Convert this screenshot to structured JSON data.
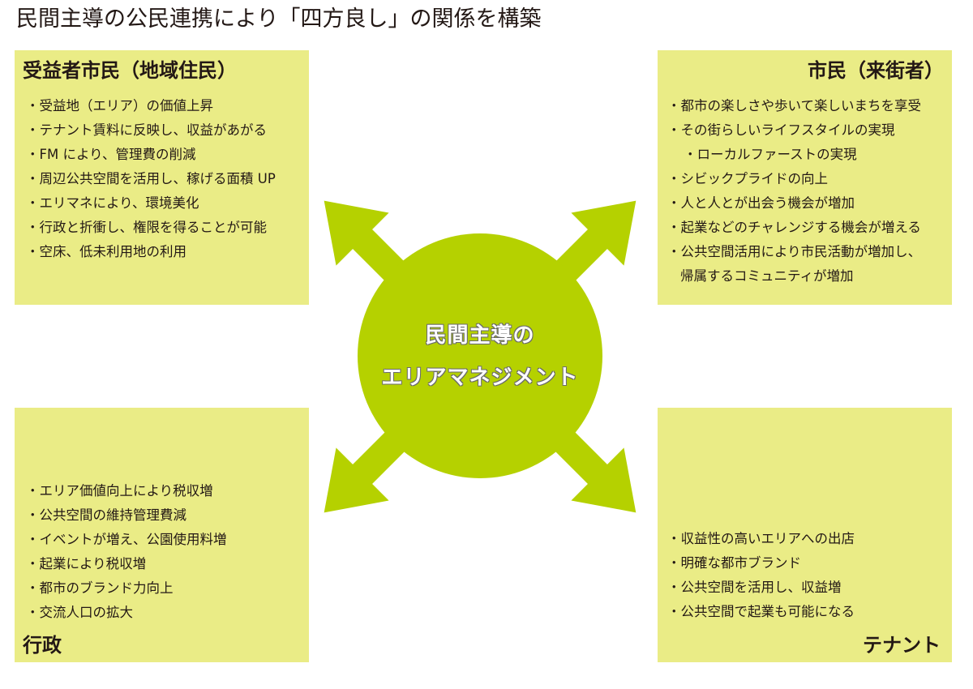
{
  "title": "民間主導の公民連携により「四方良し」の関係を構築",
  "colors": {
    "box_fill": "#eaec86",
    "accent_green": "#b5d100",
    "text": "#231815",
    "center_text": "#ffffff"
  },
  "center": {
    "line1": "民間主導の",
    "line2": "エリアマネジメント"
  },
  "quadrants": {
    "top_left": {
      "title": "受益者市民（地域住民）",
      "items": [
        "・受益地（エリア）の価値上昇",
        "・テナント賃料に反映し、収益があがる",
        "・FM により、管理費の削減",
        "・周辺公共空間を活用し、稼げる面積 UP",
        "・エリマネにより、環境美化",
        "・行政と折衝し、権限を得ることが可能",
        "・空床、低未利用地の利用"
      ]
    },
    "top_right": {
      "title": "市民（来街者）",
      "items": [
        "・都市の楽しさや歩いて楽しいまちを享受",
        "・その街らしいライフスタイルの実現",
        "・ローカルファーストの実現",
        "・シビックプライドの向上",
        "・人と人とが出会う機会が増加",
        "・起業などのチャレンジする機会が増える",
        "・公共空間活用により市民活動が増加し、",
        "帰属するコミュニティが増加"
      ]
    },
    "bottom_left": {
      "title": "行政",
      "items": [
        "・エリア価値向上により税収増",
        "・公共空間の維持管理費減",
        "・イベントが増え、公園使用料増",
        "・起業により税収増",
        "・都市のブランド力向上",
        "・交流人口の拡大"
      ]
    },
    "bottom_right": {
      "title": "テナント",
      "items": [
        "・収益性の高いエリアへの出店",
        "・明確な都市ブランド",
        "・公共空間を活用し、収益増",
        "・公共空間で起業も可能になる"
      ]
    }
  }
}
